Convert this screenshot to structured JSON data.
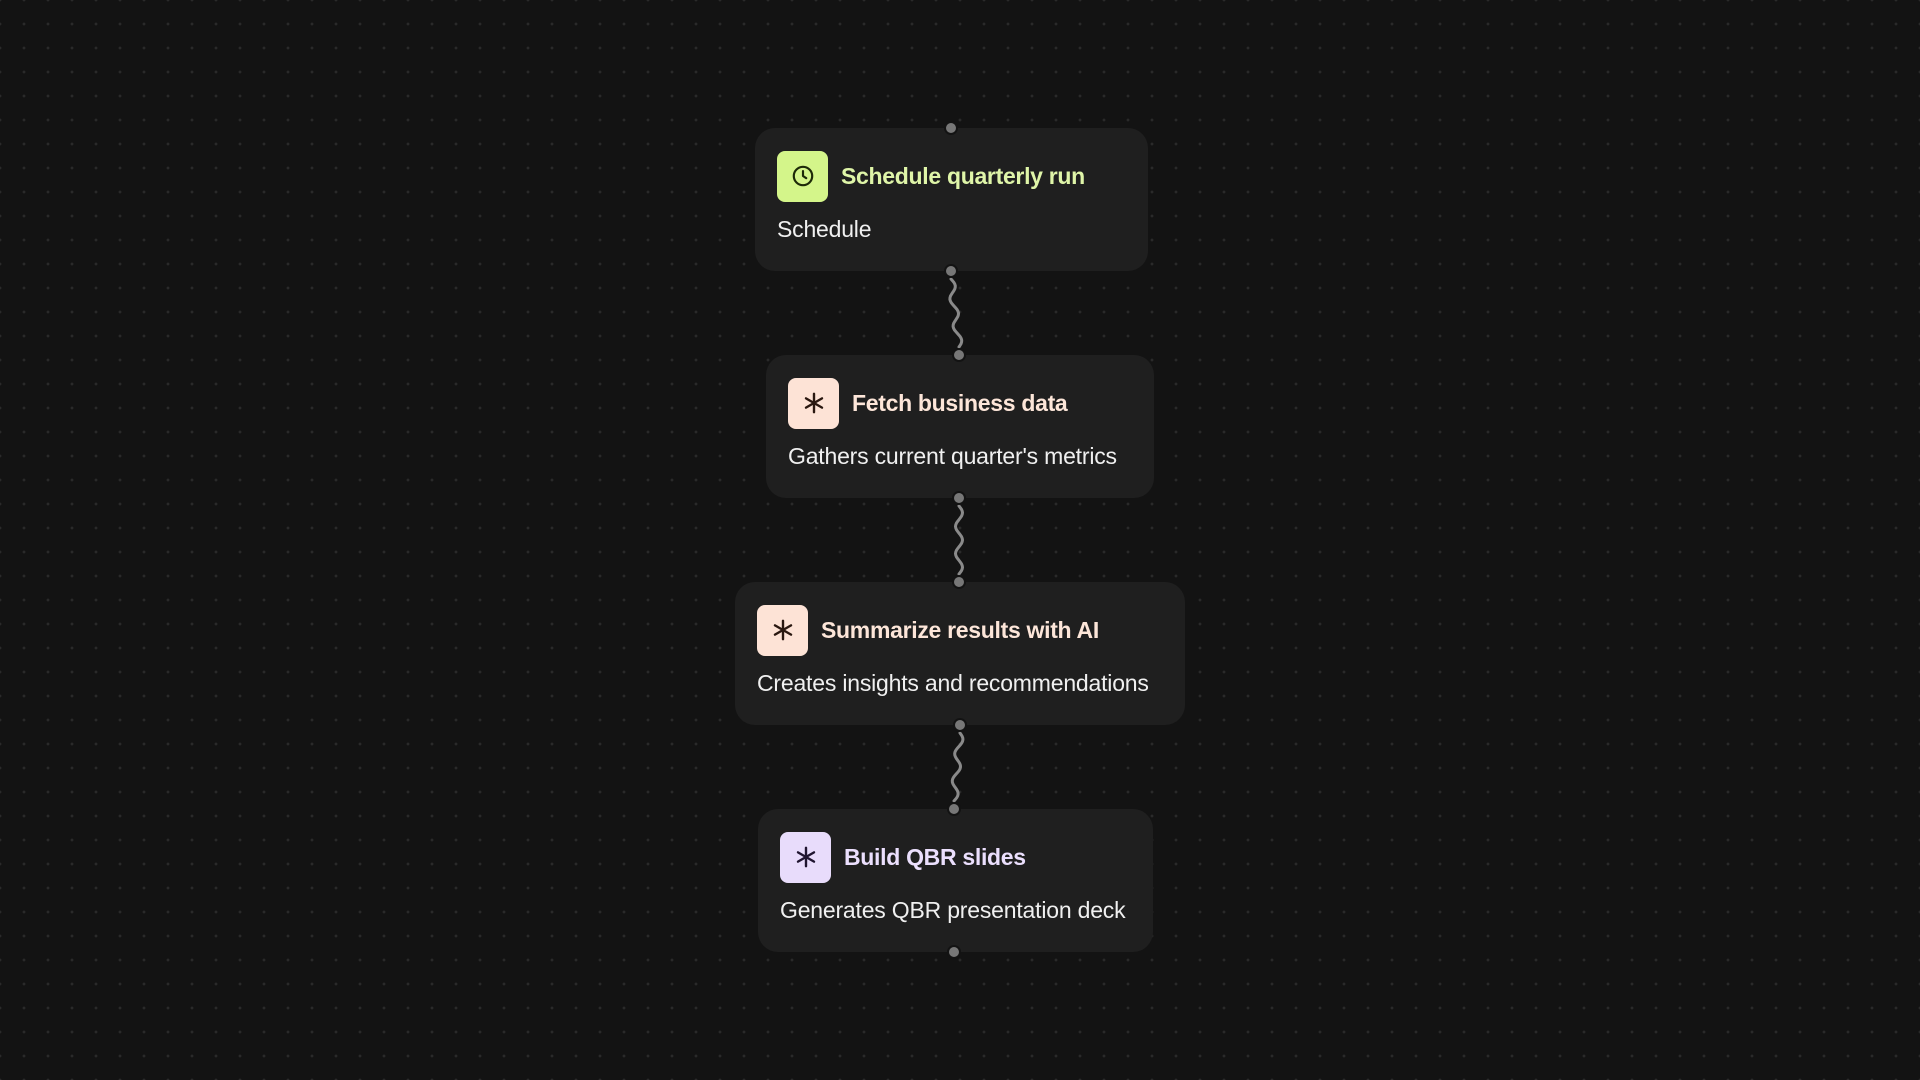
{
  "workflow": {
    "nodes": [
      {
        "id": "schedule",
        "title": "Schedule quarterly run",
        "description": "Schedule",
        "icon": "clock-icon",
        "icon_bg": "#d4f58a",
        "icon_color": "#1d2a08",
        "title_color": "#dff5a8"
      },
      {
        "id": "fetch",
        "title": "Fetch business data",
        "description": "Gathers current quarter's metrics",
        "icon": "asterisk-icon",
        "icon_bg": "#fde3d6",
        "icon_color": "#2a1810",
        "title_color": "#fde6d9"
      },
      {
        "id": "summarize",
        "title": "Summarize results with AI",
        "description": "Creates insights and recommendations",
        "icon": "asterisk-icon",
        "icon_bg": "#fde3d6",
        "icon_color": "#2a1810",
        "title_color": "#fde6d9"
      },
      {
        "id": "build",
        "title": "Build QBR slides",
        "description": "Generates QBR presentation deck",
        "icon": "asterisk-icon",
        "icon_bg": "#e8dcfb",
        "icon_color": "#201530",
        "title_color": "#ebdffd"
      }
    ]
  },
  "colors": {
    "canvas_bg": "#131313",
    "node_bg": "#1f1f1f",
    "handle": "#777777",
    "connector": "#8a8a8a"
  }
}
